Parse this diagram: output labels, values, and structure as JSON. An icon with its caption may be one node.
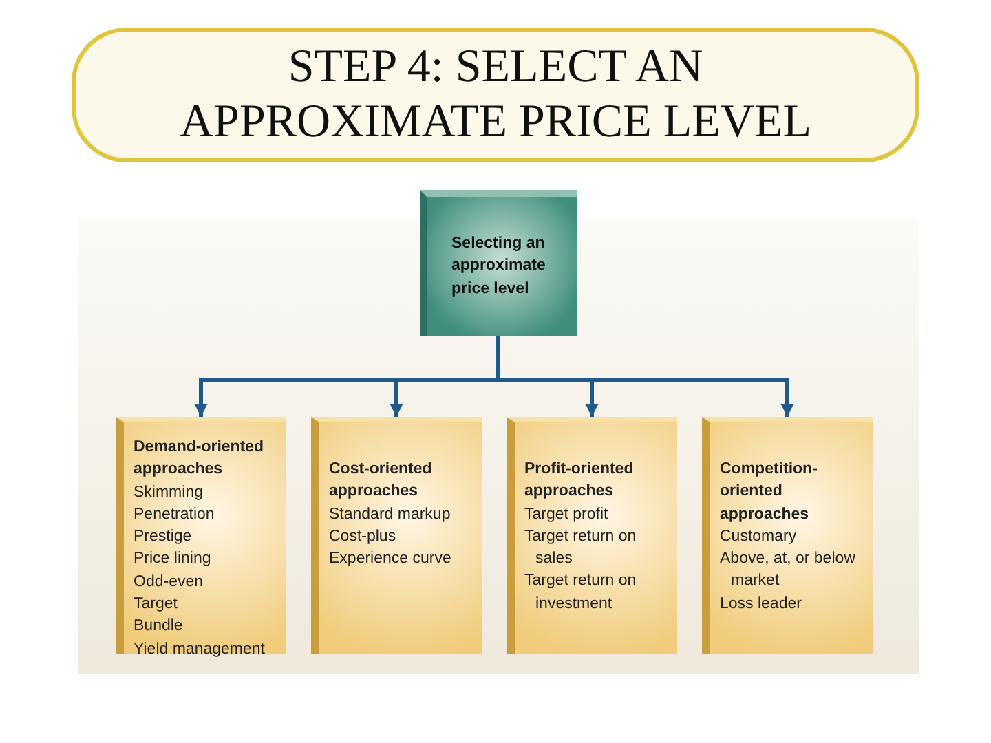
{
  "diagram": {
    "title": "STEP 4:  SELECT AN APPROXIMATE PRICE LEVEL",
    "nodes": [
      {
        "text": [
          "Selecting an approximate price level"
        ]
      },
      {
        "text": [
          "Demand-oriented approaches",
          "Skimming",
          "Penetration",
          "Prestige",
          "Price lining",
          "Odd-even",
          "Target",
          "Bundle",
          "Yield management"
        ]
      },
      {
        "text": [
          "Cost-oriented approaches",
          "Standard markup",
          "Cost-plus",
          "Experience curve"
        ]
      },
      {
        "text": [
          "Profit-oriented approaches",
          "Target profit",
          "Target return on sales",
          "Target return on investment"
        ]
      },
      {
        "text": [
          "Competition-oriented approaches",
          "Customary",
          "Above, at, or below market",
          "Loss leader"
        ]
      }
    ],
    "edges": [
      {
        "from": 0,
        "to": 1,
        "arrow": "to"
      },
      {
        "from": 0,
        "to": 2,
        "arrow": "to"
      },
      {
        "from": 0,
        "to": 3,
        "arrow": "to"
      },
      {
        "from": 0,
        "to": 4,
        "arrow": "to"
      }
    ]
  }
}
